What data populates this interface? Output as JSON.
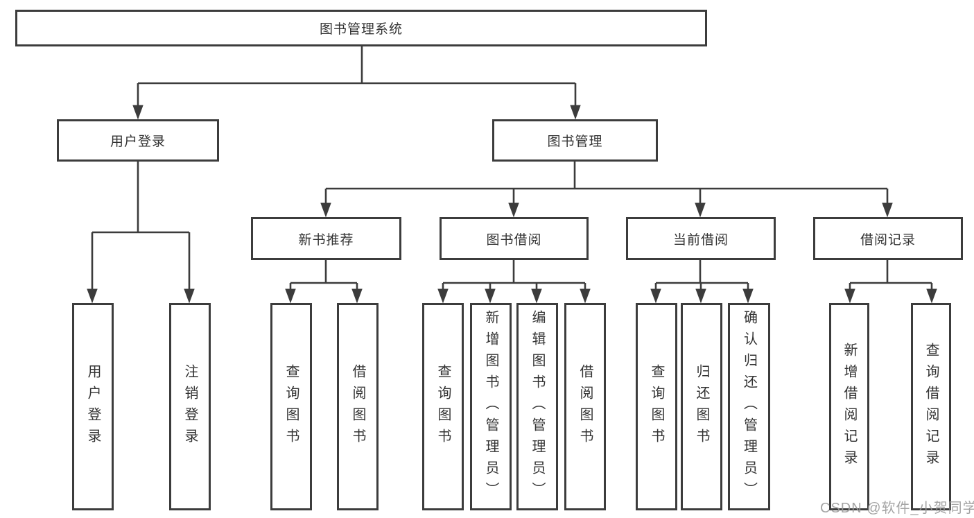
{
  "diagram": {
    "root": {
      "label": "图书管理系统"
    },
    "children": [
      {
        "label": "用户登录",
        "children": [
          {
            "label": "用户登录"
          },
          {
            "label": "注销登录"
          }
        ]
      },
      {
        "label": "图书管理",
        "children": [
          {
            "label": "新书推荐",
            "children": [
              {
                "label": "查询图书"
              },
              {
                "label": "借阅图书"
              }
            ]
          },
          {
            "label": "图书借阅",
            "children": [
              {
                "label": "查询图书"
              },
              {
                "label": "新增图书（管理员）"
              },
              {
                "label": "编辑图书（管理员）"
              },
              {
                "label": "借阅图书"
              }
            ]
          },
          {
            "label": "当前借阅",
            "children": [
              {
                "label": "查询图书"
              },
              {
                "label": "归还图书"
              },
              {
                "label": "确认归还（管理员）"
              }
            ]
          },
          {
            "label": "借阅记录",
            "children": [
              {
                "label": "新增借阅记录"
              },
              {
                "label": "查询借阅记录"
              }
            ]
          }
        ]
      }
    ]
  },
  "watermark": {
    "text": "CSDN @软件_小贺同学"
  },
  "colors": {
    "line": "#3c3c3c",
    "text": "#333333",
    "box_background": "#ffffff",
    "watermark": "#9b9b9b",
    "page_background": "#ffffff"
  }
}
